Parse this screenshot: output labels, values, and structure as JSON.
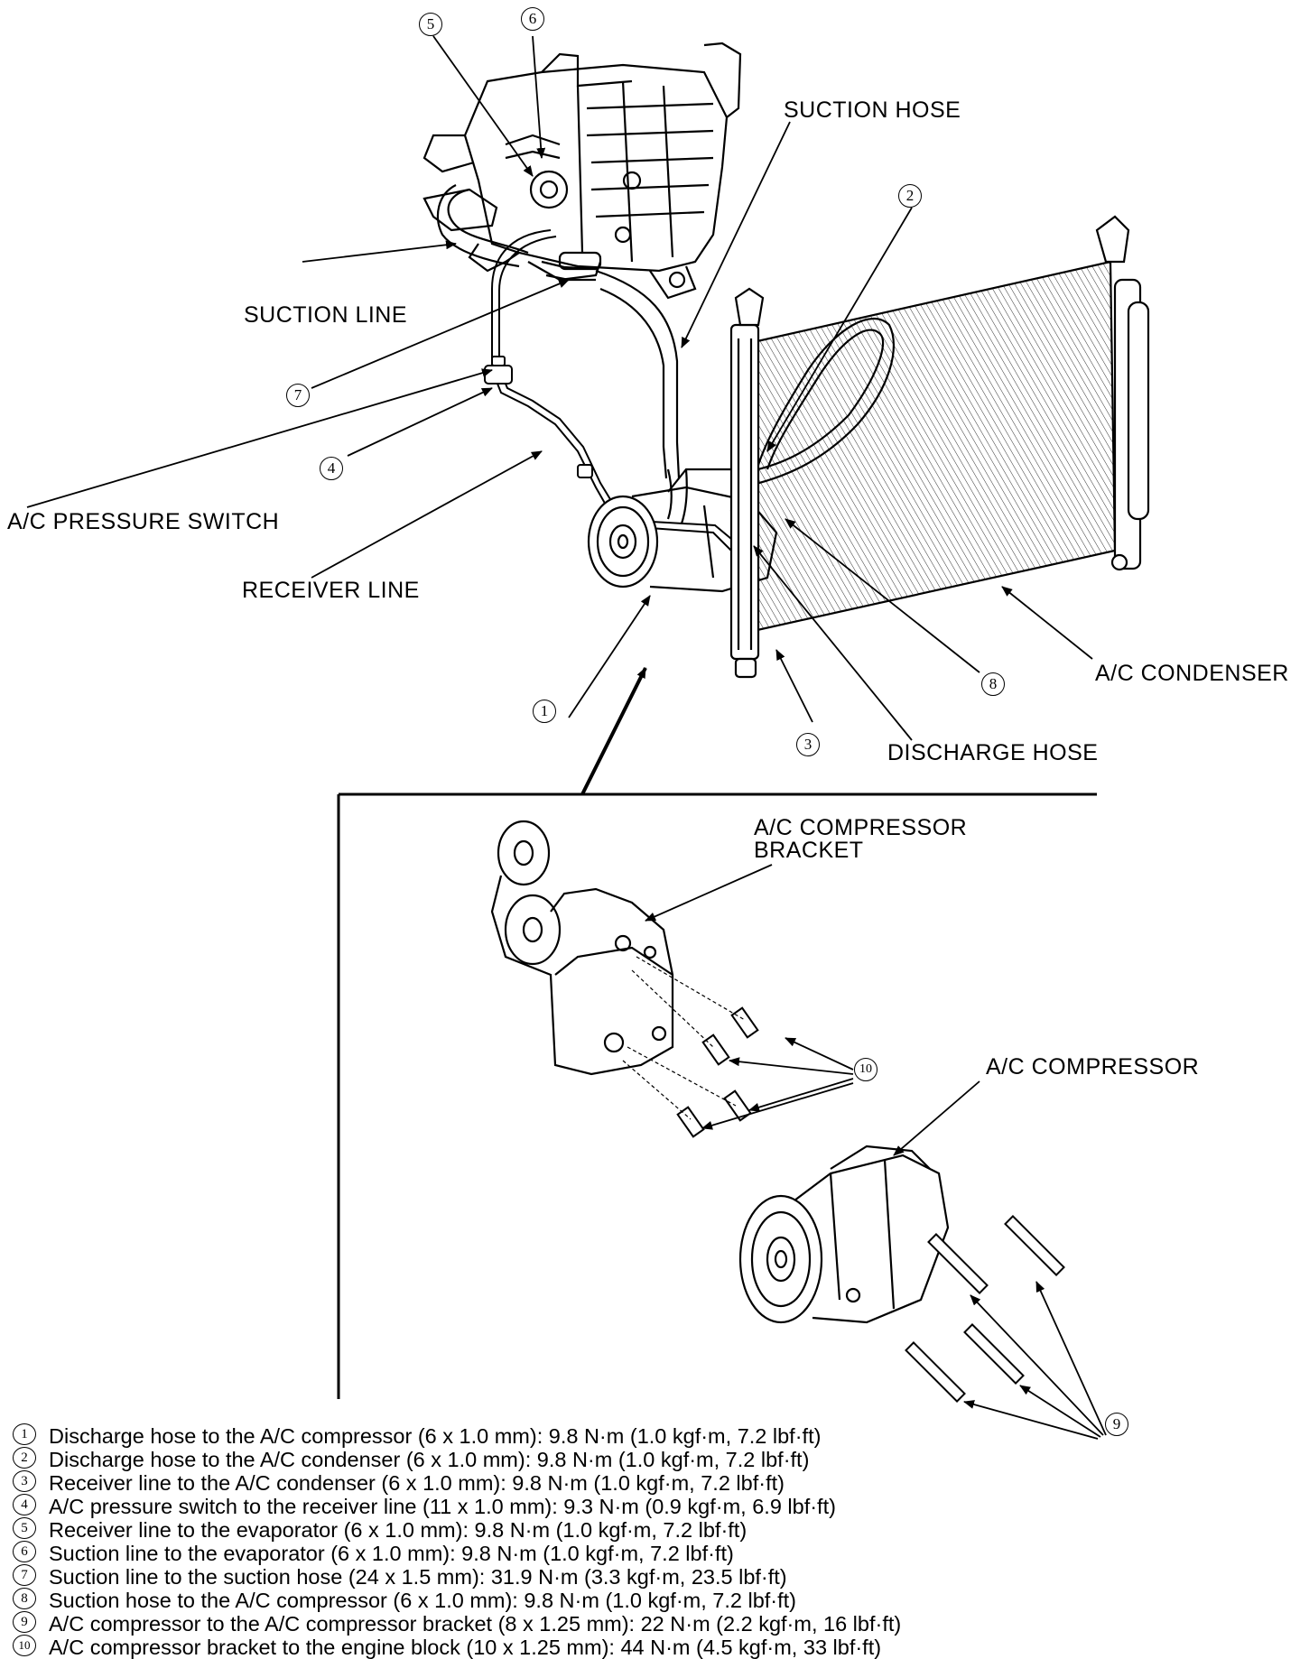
{
  "labels": {
    "suction_hose": "SUCTION HOSE",
    "suction_line": "SUCTION LINE",
    "pressure_switch": "A/C PRESSURE SWITCH",
    "receiver_line": "RECEIVER LINE",
    "condenser": "A/C CONDENSER",
    "discharge_hose": "DISCHARGE HOSE",
    "bracket_line1": "A/C COMPRESSOR",
    "bracket_line2": "BRACKET",
    "compressor": "A/C COMPRESSOR"
  },
  "callouts": {
    "c1": "1",
    "c2": "2",
    "c3": "3",
    "c4": "4",
    "c5": "5",
    "c6": "6",
    "c7": "7",
    "c8": "8",
    "c9": "9",
    "c10": "10"
  },
  "legend": [
    {
      "num": "1",
      "text": "Discharge hose to the A/C compressor (6 x 1.0 mm): 9.8 N·m (1.0 kgf·m, 7.2 lbf·ft)"
    },
    {
      "num": "2",
      "text": "Discharge hose to the A/C condenser (6 x 1.0 mm): 9.8 N·m (1.0 kgf·m, 7.2 lbf·ft)"
    },
    {
      "num": "3",
      "text": "Receiver line to the A/C condenser (6 x 1.0 mm): 9.8 N·m (1.0 kgf·m, 7.2 lbf·ft)"
    },
    {
      "num": "4",
      "text": "A/C pressure switch to the receiver line (11 x 1.0 mm): 9.3 N·m (0.9 kgf·m, 6.9 lbf·ft)"
    },
    {
      "num": "5",
      "text": "Receiver line to the evaporator (6 x 1.0 mm): 9.8 N·m (1.0 kgf·m, 7.2 lbf·ft)"
    },
    {
      "num": "6",
      "text": "Suction line to the evaporator (6 x 1.0 mm): 9.8 N·m (1.0 kgf·m, 7.2 lbf·ft)"
    },
    {
      "num": "7",
      "text": "Suction line to the suction hose (24 x 1.5 mm): 31.9 N·m (3.3 kgf·m, 23.5 lbf·ft)"
    },
    {
      "num": "8",
      "text": "Suction hose to the A/C compressor (6 x 1.0 mm): 9.8 N·m (1.0 kgf·m, 7.2 lbf·ft)"
    },
    {
      "num": "9",
      "text": "A/C compressor to the A/C compressor bracket (8 x 1.25 mm): 22 N·m (2.2 kgf·m, 16 lbf·ft)"
    },
    {
      "num": "10",
      "text": "A/C compressor bracket to the engine block (10 x 1.25 mm): 44 N·m (4.5 kgf·m, 33 lbf·ft)"
    }
  ]
}
